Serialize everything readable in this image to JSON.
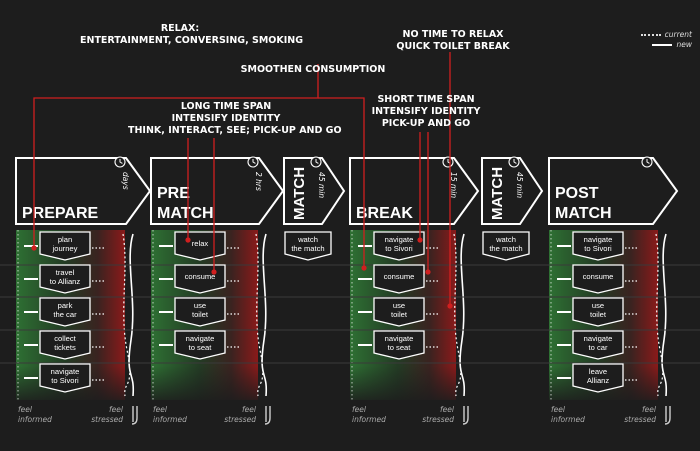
{
  "legend": {
    "current": "current",
    "new": "new"
  },
  "annotations": {
    "relax": [
      "RELAX:",
      "ENTERTAINMENT, CONVERSING, SMOKING"
    ],
    "smoothen": [
      "SMOOTHEN CONSUMPTION"
    ],
    "long": [
      "LONG TIME SPAN",
      "INTENSIFY IDENTITY",
      "THINK, INTERACT, SEE; PICK-UP AND GO"
    ],
    "short": [
      "SHORT TIME SPAN",
      "INTENSIFY IDENTITY",
      "PICK-UP AND GO"
    ],
    "notime": [
      "NO TIME TO RELAX",
      "QUICK TOILET BREAK"
    ]
  },
  "footer": {
    "informed": [
      "feel",
      "informed"
    ],
    "stressed": [
      "feel",
      "stressed"
    ]
  },
  "colors": {
    "bg": "#1d1d1d",
    "red": "#d01f1f",
    "green": "#2f6b34",
    "white": "#ffffff"
  },
  "phases": [
    {
      "title": [
        "PREPARE"
      ],
      "duration": "days",
      "icon": "clock-icon",
      "steps": [
        "plan journey",
        "travel to Allianz",
        "park the car",
        "collect tickets",
        "navigate to Sivori"
      ]
    },
    {
      "title": [
        "PRE",
        "MATCH"
      ],
      "duration": "2 hrs",
      "icon": "clock-icon",
      "steps": [
        "relax",
        "consume",
        "use toilet",
        "navigate to seat"
      ]
    },
    {
      "title": [
        "MATCH"
      ],
      "duration": "45 min",
      "icon": "clock-icon",
      "steps": [
        "watch the match"
      ]
    },
    {
      "title": [
        "BREAK"
      ],
      "duration": "15 min",
      "icon": "clock-icon",
      "steps": [
        "navigate to Sivori",
        "consume",
        "use toilet",
        "navigate to seat"
      ]
    },
    {
      "title": [
        "MATCH"
      ],
      "duration": "45 min",
      "icon": "clock-icon",
      "steps": [
        "watch the match"
      ]
    },
    {
      "title": [
        "POST",
        "MATCH"
      ],
      "duration": "",
      "icon": "clock-icon",
      "steps": [
        "navigate to Sivori",
        "consume",
        "use toilet",
        "navigate to car",
        "leave Allianz"
      ]
    }
  ]
}
